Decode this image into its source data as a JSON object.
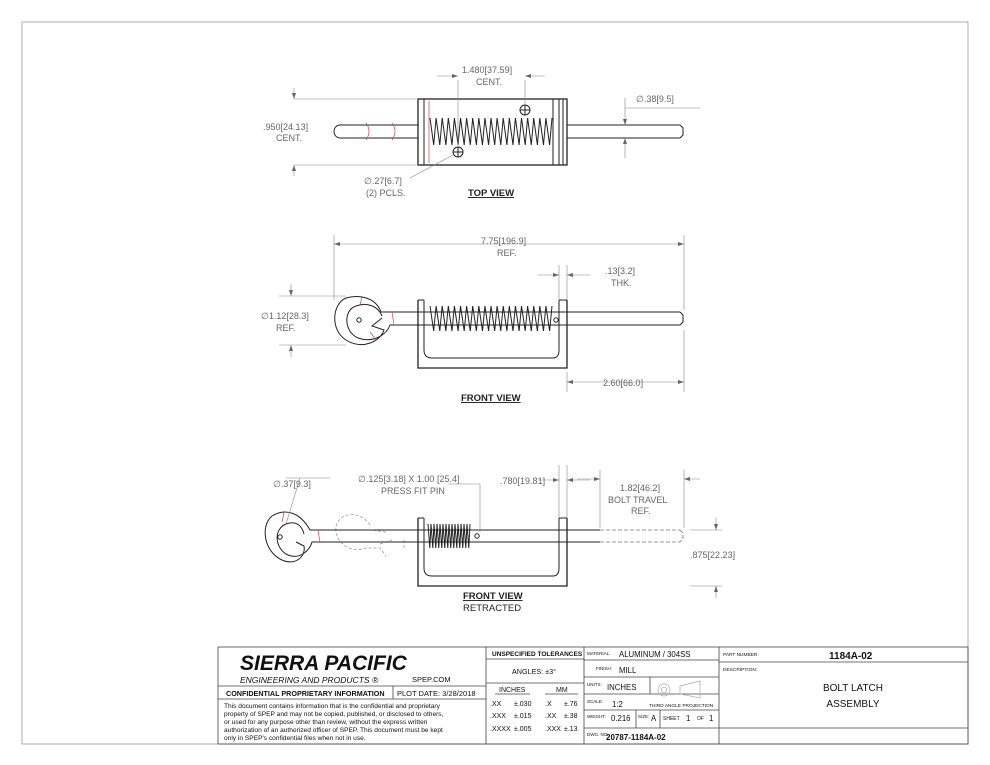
{
  "views": {
    "top": {
      "title": "TOP VIEW",
      "dim_centers_top": "1.480",
      "dim_centers_top_mm": "37.59",
      "dim_centers_top_note": "CENT.",
      "dim_height": ".950",
      "dim_height_mm": "24.13",
      "dim_height_note": "CENT.",
      "dim_rod_dia": "∅.38",
      "dim_rod_dia_mm": "9.5",
      "dim_holes": "∅.27",
      "dim_holes_mm": "6.7",
      "dim_holes_note": "(2) PCLS."
    },
    "front": {
      "title": "FRONT VIEW",
      "dim_length": "7.75",
      "dim_length_mm": "196.9",
      "dim_length_note": "REF.",
      "dim_thk": ".13",
      "dim_thk_mm": "3.2",
      "dim_thk_note": "THK.",
      "dim_loop": "∅1.12",
      "dim_loop_mm": "28.3",
      "dim_loop_note": "REF.",
      "dim_rod": "2.60",
      "dim_rod_mm": "66.0"
    },
    "retracted": {
      "title": "FRONT VIEW",
      "subtitle": "RETRACTED",
      "dim_loop": "∅.37",
      "dim_loop_mm": "9.3",
      "dim_pin": "∅.125",
      "dim_pin_mm": "3.18",
      "dim_pin_x": "X 1.00",
      "dim_pin_len_mm": "25.4",
      "dim_pin_note": "PRESS FIT PIN",
      "dim_bracket": ".780",
      "dim_bracket_mm": "19.81",
      "dim_travel": "1.82",
      "dim_travel_mm": "46.2",
      "dim_travel_note1": "BOLT TRAVEL",
      "dim_travel_note2": "REF.",
      "dim_offset": ".875",
      "dim_offset_mm": "22.23"
    }
  },
  "title_block": {
    "company": "SIERRA PACIFIC",
    "company_sub": "ENGINEERING AND PRODUCTS",
    "registered": "®",
    "website": "SPEP.COM",
    "confidential_heading": "CONFIDENTIAL PROPRIETARY INFORMATION",
    "plot_date_label": "PLOT DATE:",
    "plot_date": "3/28/2018",
    "confidential_lines": [
      "This document contains information that is the confidential and proprietary",
      "property of SPEP and may not be copied, published, or disclosed to others,",
      "or used for any purpose  other than review, without the express written",
      "authorization of an authorized officer of SPEP. This document must be kept",
      "only in SPEP's confidential files when not in use."
    ],
    "tolerances_heading": "UNSPECIFIED TOLERANCES",
    "angles": "ANGLES:  ±3°",
    "inches_head": "INCHES",
    "mm_head": "MM",
    "tol_rows": [
      {
        "in_fmt": ".XX",
        "in_val": "±.030",
        "mm_fmt": ".X",
        "mm_val": "±.76"
      },
      {
        "in_fmt": ".XXX",
        "in_val": "±.015",
        "mm_fmt": ".XX",
        "mm_val": "±.38"
      },
      {
        "in_fmt": ".XXXX",
        "in_val": "±.005",
        "mm_fmt": ".XXX",
        "mm_val": "±.13"
      }
    ],
    "material_label": "MATERIAL:",
    "material": "ALUMINUM / 304SS",
    "finish_label": "FINISH:",
    "finish": "MILL",
    "units_label": "UNITS:",
    "units": "INCHES",
    "projection": "THIRD ANGLE PROJECTION",
    "scale_label": "SCALE:",
    "scale": "1:2",
    "weight_label": "WEIGHT:",
    "weight": "0.216",
    "size_label": "SIZE:",
    "size": "A",
    "sheet_label": "SHEET",
    "sheet": "1",
    "of_label": "OF",
    "sheets": "1",
    "dwg_label": "DWG. NO:",
    "dwg_no": "20787-1184A-02",
    "part_label": "PART NUMBER:",
    "part_number": "1184A-02",
    "desc_label": "DESCRIPTION:",
    "desc_line1": "BOLT LATCH",
    "desc_line2": "ASSEMBLY"
  }
}
